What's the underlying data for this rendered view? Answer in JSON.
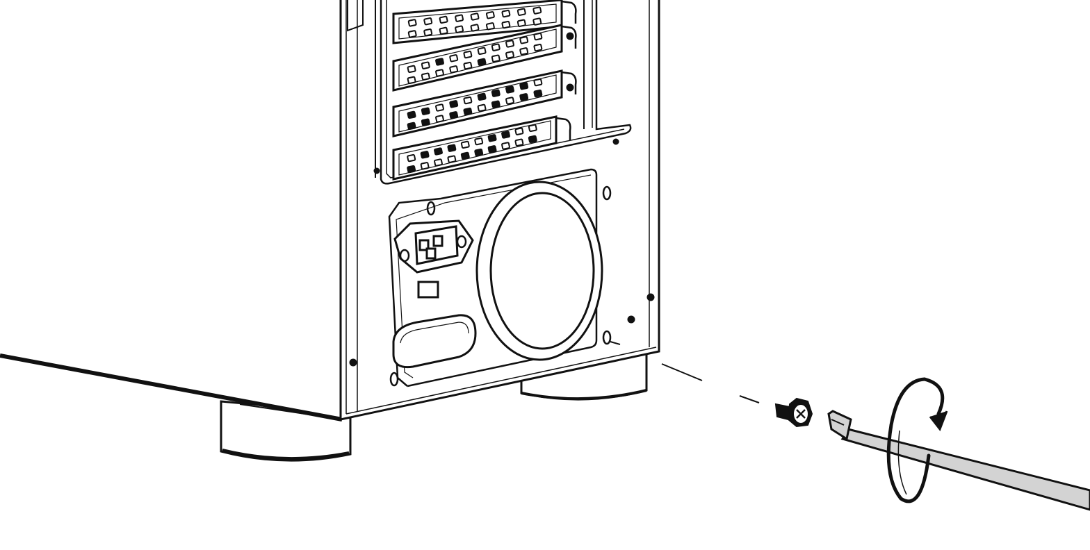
{
  "figure": {
    "caption": "",
    "colors": {
      "stroke": "#111111",
      "fill": "#ffffff",
      "shaft": "#d3d3d3",
      "slot_hole": "#111111"
    },
    "parts": [
      "computer-tower",
      "expansion-slot-brackets",
      "power-supply-unit",
      "power-inlet-socket",
      "psu-fan-vent",
      "case-feet",
      "mounting-screw",
      "phillips-screwdriver",
      "rotation-arrow"
    ],
    "slot_hole_pattern": [
      [
        0,
        0,
        0,
        0,
        0,
        0,
        0,
        0,
        0
      ],
      [
        0,
        0,
        0,
        0,
        0,
        1,
        0,
        0,
        0,
        0
      ],
      [
        1,
        1,
        0,
        1,
        1,
        0,
        1,
        0,
        1,
        1
      ],
      [
        1,
        0,
        0,
        0,
        1,
        1,
        1,
        0,
        0,
        1
      ]
    ]
  }
}
